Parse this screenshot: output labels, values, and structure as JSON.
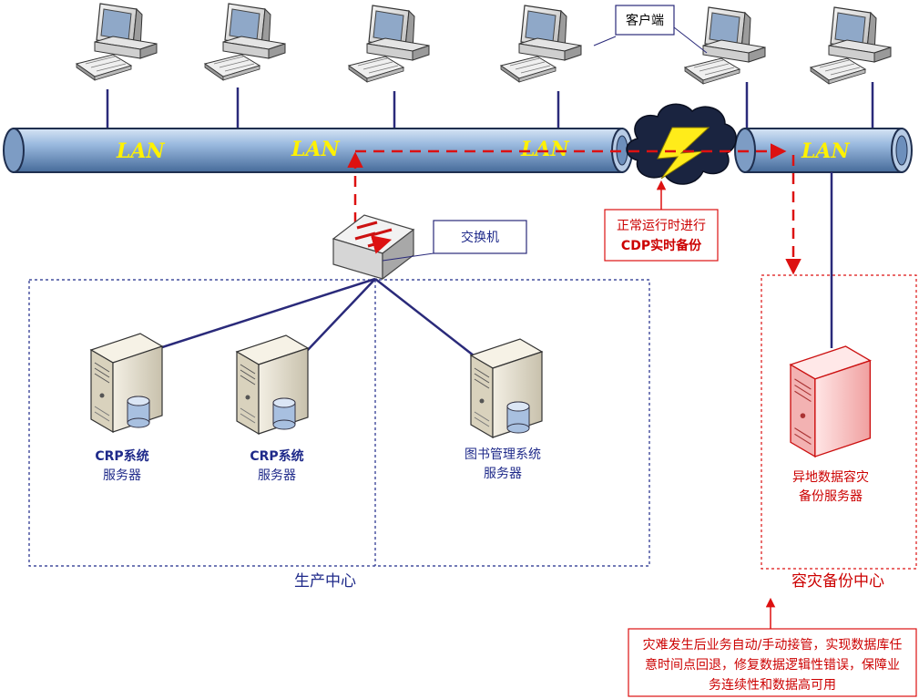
{
  "labels": {
    "lan": "LAN",
    "client": "客户端",
    "switch": "交换机",
    "cdp_line1": "正常运行时进行",
    "cdp_line2": "CDP实时备份",
    "crp1_line1": "CRP系统",
    "crp1_line2": "服务器",
    "crp2_line1": "CRP系统",
    "crp2_line2": "服务器",
    "lib_line1": "图书管理系统",
    "lib_line2": "服务器",
    "dr_server_line1": "异地数据容灾",
    "dr_server_line2": "备份服务器",
    "production_center": "生产中心",
    "dr_center": "容灾备份中心",
    "note_line1": "灾难发生后业务自动/手动接管，实现数据库任",
    "note_line2": "意时间点回退，修复数据逻辑性错误，保障业",
    "note_line3": "务连续性和数据高可用"
  },
  "colors": {
    "pipe": "#8fb0d6",
    "pipe_dark": "#3b5f8e",
    "connector": "#2a2a7a",
    "red": "#dd1111",
    "blue_text": "#1f2a8a",
    "lan_text": "#fff200"
  },
  "icons": [
    "computer-icon",
    "switch-icon",
    "server-icon",
    "cloud-lightning-icon"
  ]
}
